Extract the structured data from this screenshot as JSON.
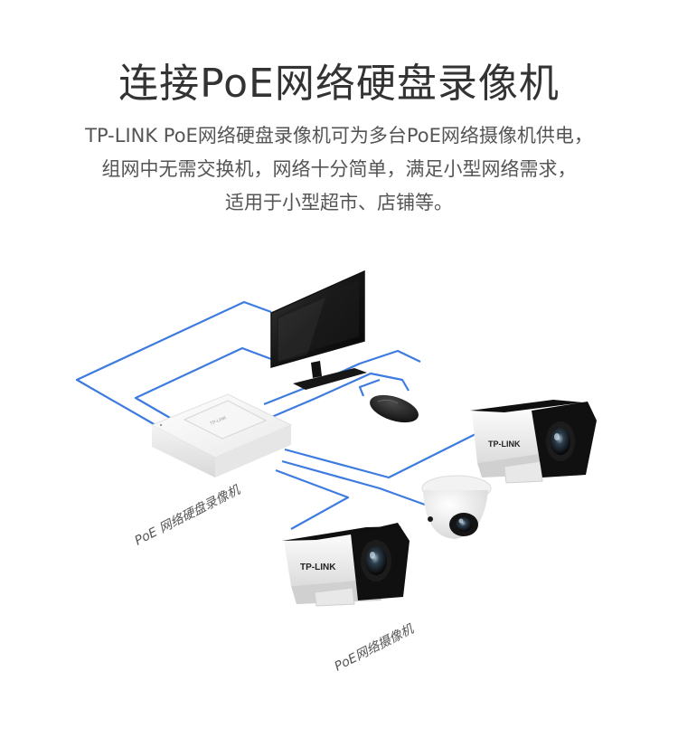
{
  "title": "连接PoE网络硬盘录像机",
  "description": [
    "TP-LINK PoE网络硬盘录像机可为多台PoE网络摄像机供电，",
    "组网中无需交换机，网络十分简单，满足小型网络需求，",
    "适用于小型超市、店铺等。"
  ],
  "labels": {
    "nvr": "PoE 网络硬盘录像机",
    "cameras": "PoE网络摄像机",
    "camera_brand": "TP-LINK"
  },
  "colors": {
    "cable": "#3d7be0",
    "text": "#444444"
  }
}
